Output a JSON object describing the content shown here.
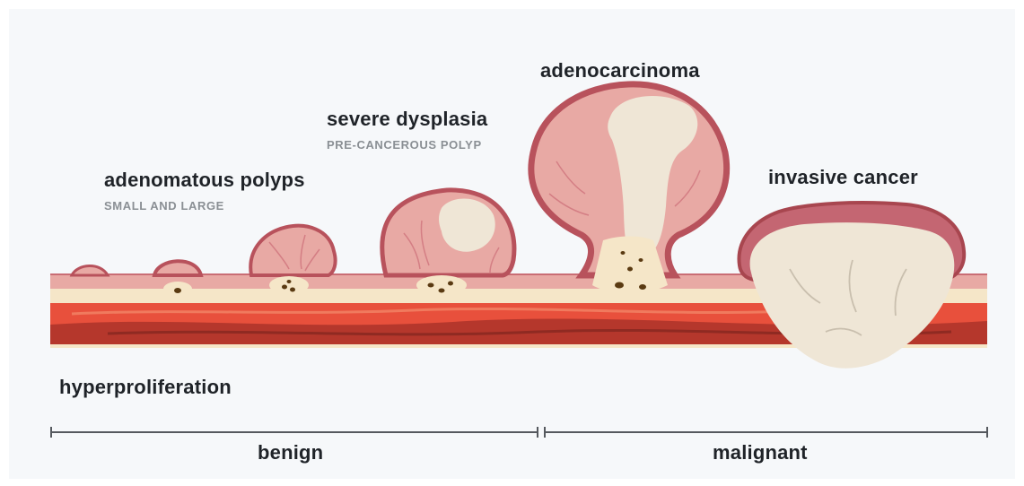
{
  "labels": {
    "hyperproliferation": "hyperproliferation",
    "adenomatous_polyps": "adenomatous polyps",
    "adenomatous_polyps_sub": "SMALL AND LARGE",
    "severe_dysplasia": "severe dysplasia",
    "severe_dysplasia_sub": "PRE-CANCEROUS POLYP",
    "adenocarcinoma": "adenocarcinoma",
    "invasive_cancer": "invasive cancer"
  },
  "scale": {
    "benign": "benign",
    "malignant": "malignant"
  },
  "colors": {
    "background": "#f6f8fa",
    "mucosa": "#e8a9a4",
    "mucosa_outline": "#b8525c",
    "submucosa": "#f5e6c8",
    "muscle_light": "#e8503c",
    "muscle_dark": "#b5372c",
    "tumor": "#efe6d6",
    "speck": "#5a3a12",
    "text": "#1f2328",
    "subtext": "#8a8f94"
  }
}
